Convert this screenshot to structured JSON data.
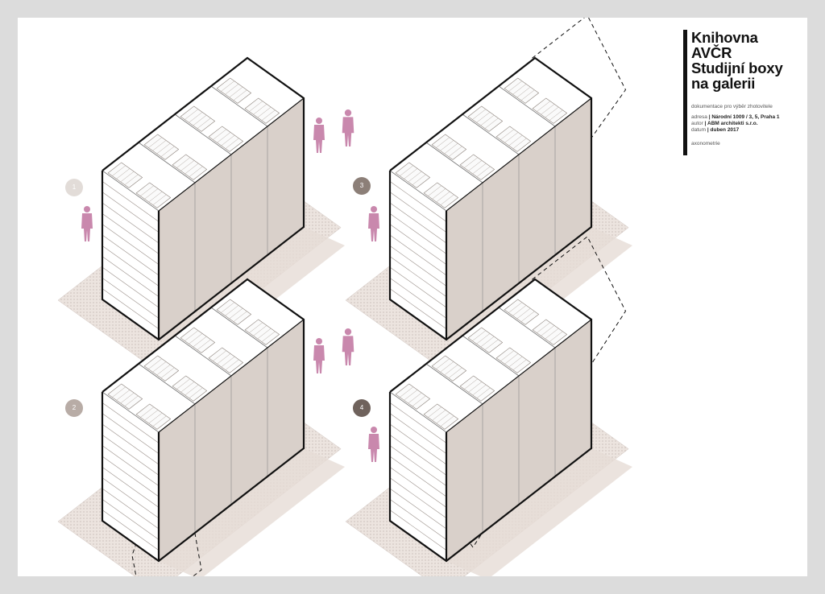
{
  "title_block": {
    "title_lines": [
      "Knihovna",
      "AVČR",
      "Studijní boxy",
      "na galerii"
    ],
    "subtitle": "dokumentace pro výběr zhotovitele",
    "meta": [
      {
        "label": "adresa",
        "value": "Národní 1009 / 3, 5, Praha 1"
      },
      {
        "label": "autor",
        "value": "ABM architekti s.r.o."
      },
      {
        "label": "datum",
        "value": "duben 2017"
      }
    ],
    "view_type": "axonometrie"
  },
  "views": [
    {
      "number": "1",
      "badge_color": "#e2dcd8"
    },
    {
      "number": "2",
      "badge_color": "#b8aca6"
    },
    {
      "number": "3",
      "badge_color": "#8c7f78"
    },
    {
      "number": "4",
      "badge_color": "#6f625c"
    }
  ],
  "colors": {
    "figure": "#c988ad",
    "floor": "#e6dcd6",
    "outline": "#111111"
  }
}
